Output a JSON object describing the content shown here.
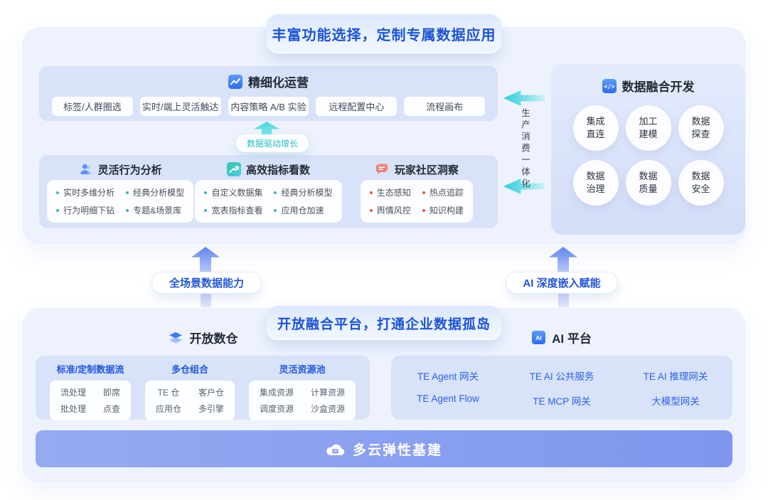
{
  "top_banner": "丰富功能选择，定制专属数据应用",
  "bottom_banner": "开放融合平台，打通企业数据孤岛",
  "app_layer": {
    "ops": {
      "title": "精细化运营",
      "buttons": [
        "标签/人群圈选",
        "实时/端上灵活触达",
        "内容策略 A/B 实验",
        "远程配置中心",
        "流程画布"
      ]
    },
    "growth_badge": "数据驱动增长",
    "columns": [
      {
        "title": "灵活行为分析",
        "items": [
          "实时多维分析",
          "经典分析模型",
          "行为明细下钻",
          "专题&场景库"
        ]
      },
      {
        "title": "高效指标看数",
        "items": [
          "自定义数据集",
          "经典分析模型",
          "宽表指标查看",
          "应用仓加速"
        ]
      },
      {
        "title": "玩家社区洞察",
        "items": [
          "生态感知",
          "热点追踪",
          "舆情风控",
          "知识构建"
        ]
      }
    ],
    "vertical_label": "生产消费一体化",
    "dev": {
      "title": "数据融合开发",
      "circles": [
        {
          "line1": "集成",
          "line2": "直连"
        },
        {
          "line1": "加工",
          "line2": "建模"
        },
        {
          "line1": "数据",
          "line2": "探查"
        },
        {
          "line1": "数据",
          "line2": "治理"
        },
        {
          "line1": "数据",
          "line2": "质量"
        },
        {
          "line1": "数据",
          "line2": "安全"
        }
      ]
    }
  },
  "mid_arrows": [
    {
      "label": "全场景数据能力"
    },
    {
      "label": "AI 深度嵌入赋能"
    }
  ],
  "platform_layer": {
    "warehouse": {
      "title": "开放数仓",
      "groups": [
        {
          "title": "标准/定制数据流",
          "items": [
            "流处理",
            "即席",
            "批处理",
            "点查"
          ]
        },
        {
          "title": "多仓组合",
          "items": [
            "TE 仓",
            "客户仓",
            "应用仓",
            "多引擎"
          ]
        },
        {
          "title": "灵活资源池",
          "items": [
            "集成资源",
            "计算资源",
            "调度资源",
            "沙盒资源"
          ]
        }
      ]
    },
    "ai": {
      "title": "AI 平台",
      "items": [
        "TE Agent 网关",
        "TE AI 公共服务",
        "TE AI 推理网关",
        "TE Agent Flow",
        "TE MCP 网关",
        "大模型网关"
      ]
    },
    "infra": "多云弹性基建"
  },
  "icons": {
    "ops": "line-chart-icon",
    "behavior": "user-icon",
    "metrics": "trend-arrow-icon",
    "community": "chat-bubble-icon",
    "dev": "code-icon",
    "warehouse": "layers-icon",
    "ai": "ai-badge-icon",
    "infra": "cloud-icon"
  },
  "colors": {
    "accent-blue": "#1c53d8",
    "container-bg": "#edf2fd",
    "panel-bg": "#d8e2f8",
    "cyan": "#27b9cb",
    "teal": "#35b8bf",
    "red": "#e4574e",
    "group-title": "#1d56e2",
    "ai-text": "#2a63e8",
    "infra-start": "#95aaf1",
    "infra-end": "#7f96ee"
  }
}
